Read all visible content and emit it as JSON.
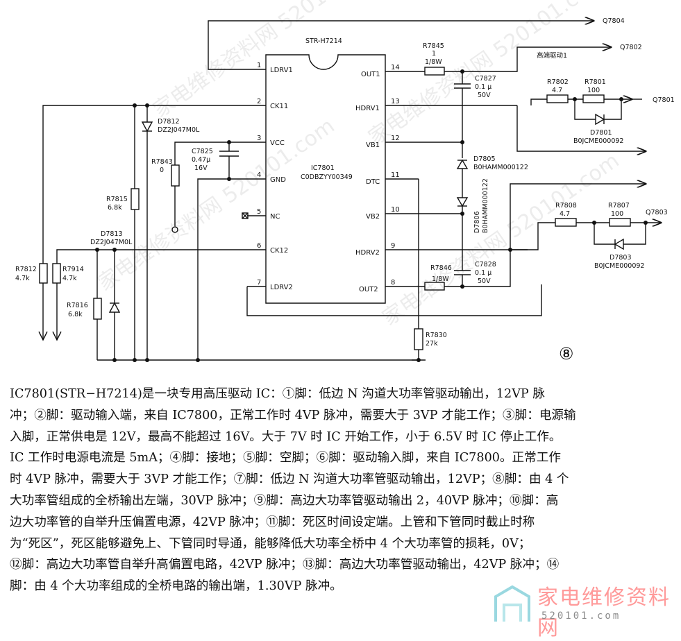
{
  "schematic": {
    "ic_part": "STR-H7214",
    "ic_ref": "IC7801",
    "ic_code": "C0DBZYY00349",
    "left_pins": [
      {
        "num": "1",
        "name": "LDRV1"
      },
      {
        "num": "2",
        "name": "CK11"
      },
      {
        "num": "3",
        "name": "VCC"
      },
      {
        "num": "4",
        "name": "GND"
      },
      {
        "num": "5",
        "name": "NC"
      },
      {
        "num": "6",
        "name": "CK12"
      },
      {
        "num": "7",
        "name": "LDRV2"
      }
    ],
    "right_pins": [
      {
        "num": "14",
        "name": "OUT1"
      },
      {
        "num": "13",
        "name": "HDRV1"
      },
      {
        "num": "12",
        "name": "VB1"
      },
      {
        "num": "11",
        "name": "DTC"
      },
      {
        "num": "10",
        "name": "VB2"
      },
      {
        "num": "9",
        "name": "HDRV2"
      },
      {
        "num": "8",
        "name": "OUT2"
      }
    ],
    "outputs": {
      "q7804": "Q7804",
      "q7802": "Q7802",
      "q7801": "Q7801",
      "q7803": "Q7803"
    },
    "high_drive_label": "高端驱动1",
    "components": {
      "r7845_ref": "R7845",
      "r7845_val": "1",
      "r7845_w": "1/8W",
      "c7827_ref": "C7827",
      "c7827_val": "0.1 μ",
      "c7827_v": "50V",
      "r7802_ref": "R7802",
      "r7802_val": "4.7",
      "r7801_ref": "R7801",
      "r7801_val": "100",
      "d7801_ref": "D7801",
      "d7801_code": "B0JCME000092",
      "d7805_ref": "D7805",
      "d7805_code": "B0HAMM000122",
      "d7806_ref": "D7806",
      "d7806_code": "B0HAMM000122",
      "r7808_ref": "R7808",
      "r7808_val": "4.7",
      "r7807_ref": "R7807",
      "r7807_val": "100",
      "d7803_ref": "D7803",
      "d7803_code": "B0JCME000092",
      "r7846_ref": "R7846",
      "r7846_w": "1/8W",
      "c7828_ref": "C7828",
      "c7828_val": "0.1 μ",
      "c7828_v": "50V",
      "r7830_ref": "R7830",
      "r7830_val": "27k",
      "d7812_ref": "D7812",
      "d7812_code": "DZ2J047M0L",
      "r7843_ref": "R7843",
      "r7843_val": "0",
      "c7825_ref": "C7825",
      "c7825_val": "0.47μ",
      "c7825_v": "16V",
      "r7815_ref": "R7815",
      "r7815_val": "6.8k",
      "d7813_ref": "D7813",
      "d7813_code": "DZ2J047M0L",
      "r7812_ref": "R7812",
      "r7812_val": "4.7k",
      "r7914_ref": "R7914",
      "r7914_val": "4.7k",
      "r7816_ref": "R7816",
      "r7816_val": "6.8k"
    },
    "figure_number": "⑧",
    "watermark": "家电维修资料网 520101.com"
  },
  "description": {
    "lines": [
      "IC7801(STR−H7214)是一块专用高压驱动 IC：①脚：低边 N 沟道大功率管驱动输出，12VP 脉",
      "冲；②脚：驱动输入端，来自 IC7800，正常工作时 4VP 脉冲，需要大于 3VP 才能工作；③脚：电源输",
      "入脚，正常供电是 12V，最高不能超过 16V。大于 7V 时 IC 开始工作，小于 6.5V 时 IC 停止工作。",
      "IC 工作时电源电流是 5mA；④脚：接地；⑤脚：空脚；⑥脚：驱动输入脚，来自 IC7800。正常工作",
      "时 4VP 脉冲，需要大于 3VP 才能工作；⑦脚：低边 N 沟道大功率管驱动输出，12VP；⑧脚：由 4 个",
      "大功率管组成的全桥输出左端，30VP 脉冲；⑨脚：高边大功率管驱动输出 2，40VP 脉冲；⑩脚：高",
      "边大功率管的自举升压偏置电源，42VP 脉冲；⑪脚：死区时间设定端。上管和下管同时截止时称",
      "为“死区”，死区能够避免上、下管同时导通，能够降低大功率全桥中 4 个大功率管的损耗，0V；",
      "⑫脚：高边大功率管自举升高偏置电路，42VP 脉冲；⑬脚：高边大功率管驱动输出，42VP 脉冲；⑭",
      "脚：由 4 个大功率组成的全桥电路的输出端，1.30VP 脉冲。"
    ]
  },
  "logo": {
    "text": "家电维修资料网",
    "url": "520101.com"
  }
}
